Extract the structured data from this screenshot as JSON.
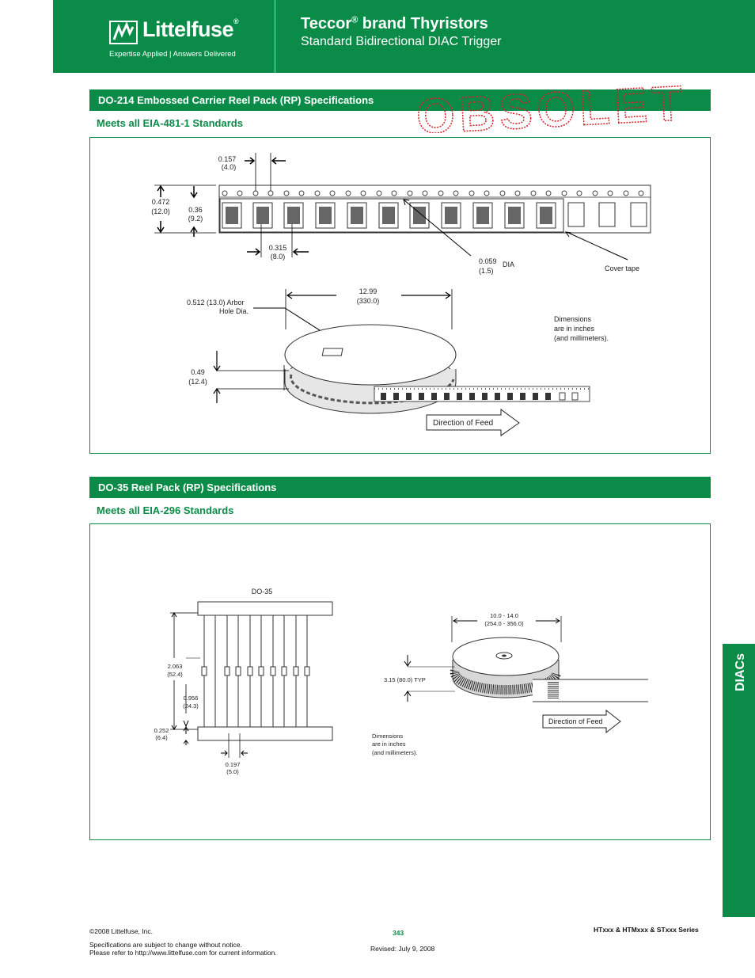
{
  "header": {
    "brand_name": "Littelfuse",
    "brand_reg": "®",
    "tagline": "Expertise Applied  |  Answers Delivered",
    "title_prefix": "Teccor",
    "title_reg": "®",
    "title_suffix": " brand Thyristors",
    "subtitle": "Standard Bidirectional DIAC Trigger"
  },
  "watermark": "OBSOLETE",
  "section1": {
    "heading": "DO-214 Embossed Carrier Reel Pack (RP) Specifications",
    "standard": "Meets all EIA-481-1 Standards",
    "dim_pitch_in": "0.157",
    "dim_pitch_mm": "(4.0)",
    "dim_width_in": "0.472",
    "dim_width_mm": "(12.0)",
    "dim_pocket_in": "0.36",
    "dim_pocket_mm": "(9.2)",
    "dim_spacing_in": "0.315",
    "dim_spacing_mm": "(8.0)",
    "dim_hole_in": "0.059",
    "dim_hole_mm": "(1.5)",
    "dim_hole_suffix": "DIA",
    "cover_tape": "Cover tape",
    "arbor_line1": "0.512 (13.0) Arbor",
    "arbor_line2": "Hole Dia.",
    "reel_dia_in": "12.99",
    "reel_dia_mm": "(330.0)",
    "reel_width_in": "0.49",
    "reel_width_mm": "(12.4)",
    "dims_note_1": "Dimensions",
    "dims_note_2": "are in inches",
    "dims_note_3": "(and millimeters).",
    "feed_label": "Direction of Feed"
  },
  "section2": {
    "heading": "DO-35 Reel Pack (RP) Specifications",
    "standard": "Meets all EIA-296 Standards",
    "package": "DO-35",
    "dim_total_in": "2.063",
    "dim_total_mm": "(52.4)",
    "dim_inner_in": "0.956",
    "dim_inner_mm": "(24.3)",
    "dim_tape_in": "0.252",
    "dim_tape_mm": "(6.4)",
    "dim_pitch_in": "0.197",
    "dim_pitch_mm": "(5.0)",
    "reel_dia_in": "10.0 - 14.0",
    "reel_dia_mm": "(254.0 - 356.0)",
    "reel_width": "3.15 (80.0) TYP",
    "dims_note_1": "Dimensions",
    "dims_note_2": "are in inches",
    "dims_note_3": "(and millimeters).",
    "feed_label": "Direction of Feed"
  },
  "side_tab": "DIACs",
  "footer": {
    "copyright": "©2008 Littelfuse, Inc.",
    "page_number": "343",
    "series": "HTxxx & HTMxxx & STxxx Series",
    "notice_1": "Specifications are subject to change without notice.",
    "notice_2": "Please refer to http://www.littelfuse.com for current information.",
    "revised": "Revised: July 9, 2008"
  },
  "colors": {
    "brand_green": "#0a8c48",
    "watermark_red": "#d6202a"
  }
}
